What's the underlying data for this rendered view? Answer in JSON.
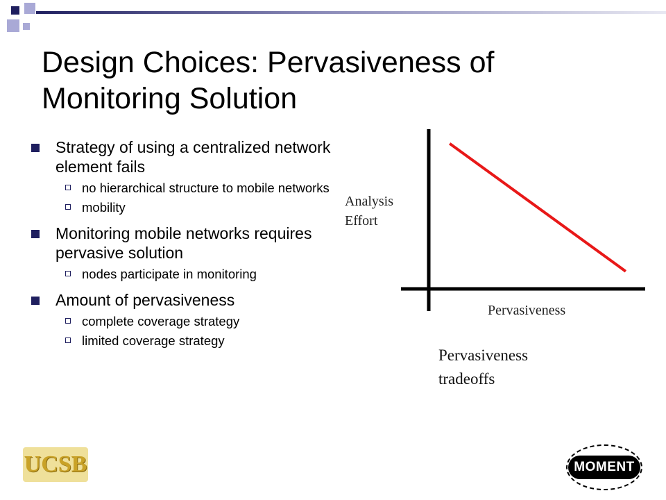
{
  "slide": {
    "title": "Design Choices: Pervasiveness of Monitoring Solution",
    "bullets": [
      {
        "text": "Strategy of using a centralized network element fails",
        "sub": [
          "no hierarchical structure to mobile networks",
          "mobility"
        ]
      },
      {
        "text": "Monitoring mobile networks requires pervasive solution",
        "sub": [
          "nodes participate in monitoring"
        ]
      },
      {
        "text": "Amount of pervasiveness",
        "sub": [
          "complete coverage strategy",
          "limited coverage strategy"
        ]
      }
    ]
  },
  "chart_data": {
    "type": "line",
    "xlabel": "Pervasiveness",
    "ylabel": "Analysis Effort",
    "ylabel_lines": [
      "Analysis",
      "Effort"
    ],
    "caption_lines": [
      "Pervasiveness",
      "tradeoffs"
    ],
    "series": [
      {
        "values": [
          [
            0.1,
            0.91
          ],
          [
            0.94,
            0.11
          ]
        ]
      }
    ],
    "xlim": [
      0,
      1
    ],
    "ylim": [
      0,
      1
    ],
    "grid": false,
    "line_color": "#e81818"
  },
  "logos": {
    "left": "UCSB",
    "right": "MOMENT"
  },
  "colors": {
    "accent_navy": "#1f1f5f",
    "accent_light": "#a9a9d6",
    "axis": "#000000"
  }
}
